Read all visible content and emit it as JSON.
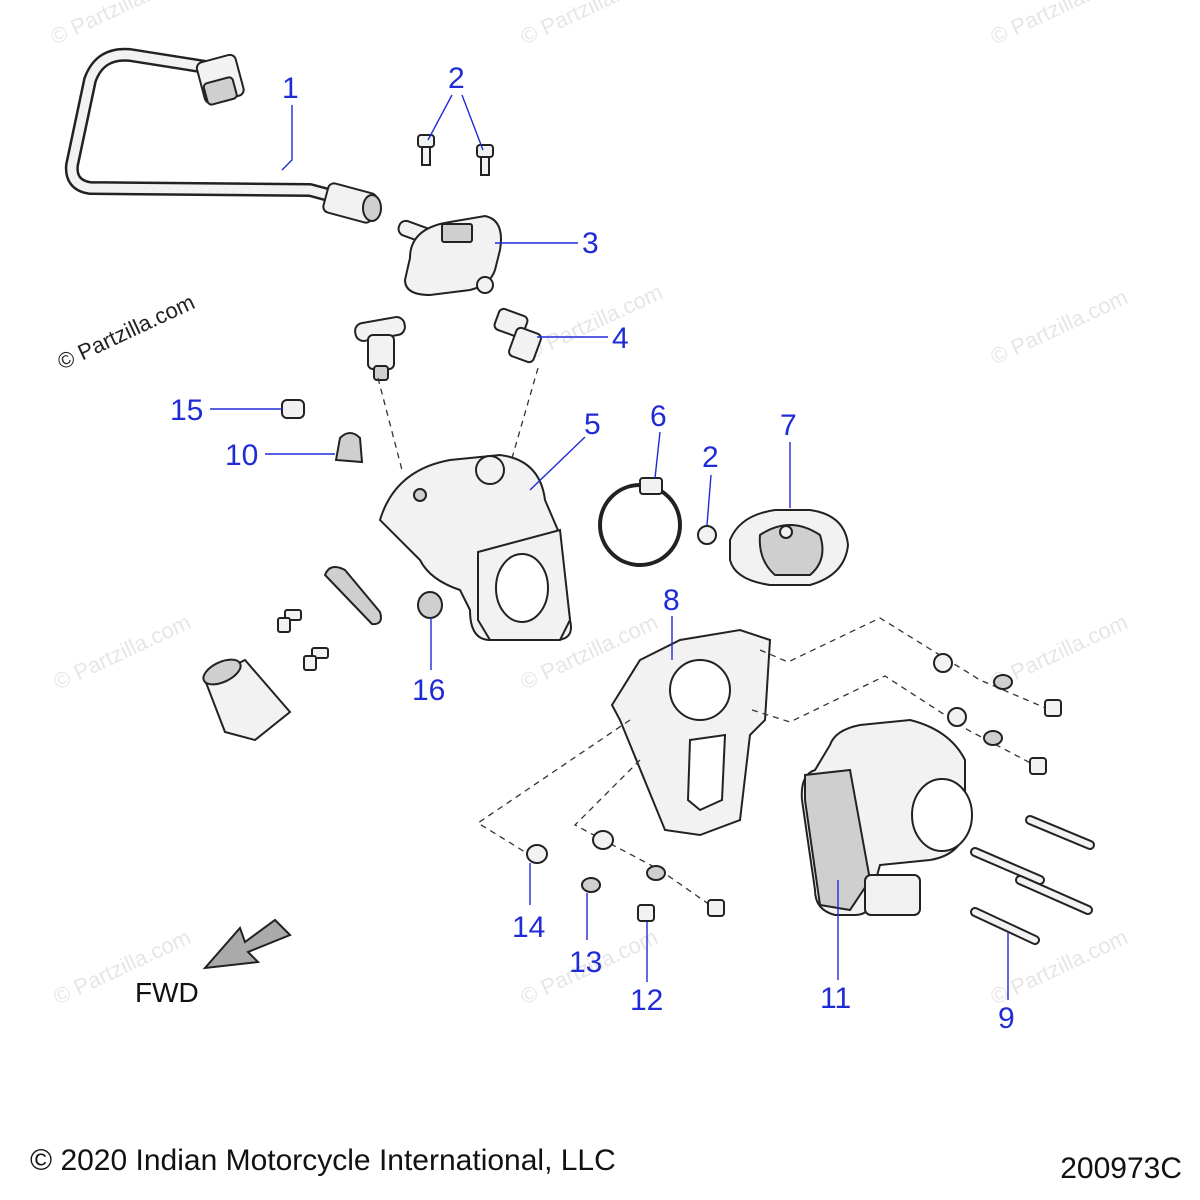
{
  "callouts": [
    {
      "label": "1"
    },
    {
      "label": "2"
    },
    {
      "label": "3"
    },
    {
      "label": "4"
    },
    {
      "label": "15"
    },
    {
      "label": "10"
    },
    {
      "label": "5"
    },
    {
      "label": "6"
    },
    {
      "label": "2"
    },
    {
      "label": "7"
    },
    {
      "label": "8"
    },
    {
      "label": "16"
    },
    {
      "label": "14"
    },
    {
      "label": "13"
    },
    {
      "label": "12"
    },
    {
      "label": "11"
    },
    {
      "label": "9"
    }
  ],
  "watermark": "© Partzilla.com",
  "fwd_label": "FWD",
  "copyright": "© 2020 Indian Motorcycle International, LLC",
  "diagram_id": "200973C",
  "colors": {
    "callout": "#1f2bd6",
    "watermark": "#e6e6e6"
  }
}
